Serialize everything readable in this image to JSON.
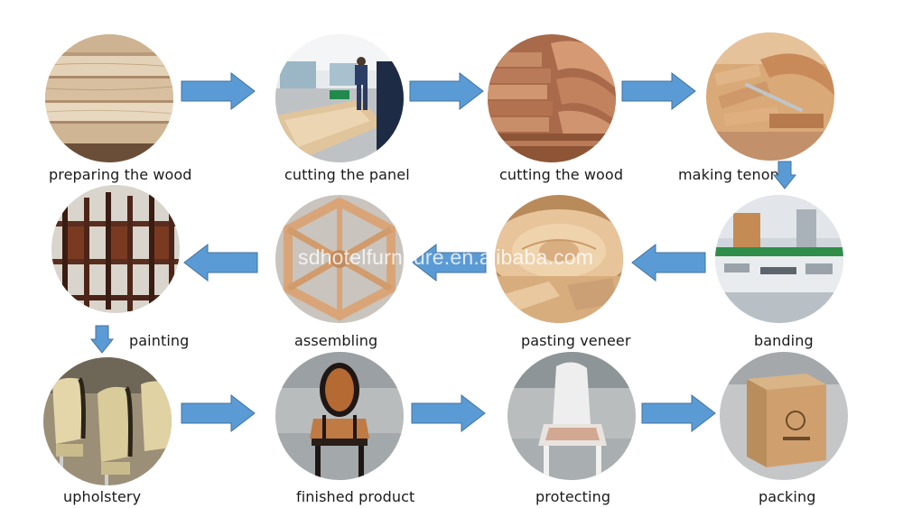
{
  "steps": [
    {
      "id": "preparing-the-wood",
      "label": "preparing the wood"
    },
    {
      "id": "cutting-the-panel",
      "label": "cutting the panel"
    },
    {
      "id": "cutting-the-wood",
      "label": "cutting the wood"
    },
    {
      "id": "making-tenon",
      "label": "making tenon"
    },
    {
      "id": "banding",
      "label": "banding"
    },
    {
      "id": "pasting-veneer",
      "label": "pasting veneer"
    },
    {
      "id": "assembling",
      "label": "assembling"
    },
    {
      "id": "painting",
      "label": "painting"
    },
    {
      "id": "upholstery",
      "label": "upholstery"
    },
    {
      "id": "finished-product",
      "label": "finished product"
    },
    {
      "id": "protecting",
      "label": "protecting"
    },
    {
      "id": "packing",
      "label": "packing"
    }
  ],
  "watermark": "sdhotelfurniture.en.alibaba.com",
  "colors": {
    "arrow_fill": "#5b9bd5",
    "arrow_stroke": "#41719c",
    "label_text": "#1a1a1a",
    "wood_light": "#e8c9a2",
    "wood_mid": "#c98a5a",
    "wood_dark": "#8a4f2c"
  }
}
